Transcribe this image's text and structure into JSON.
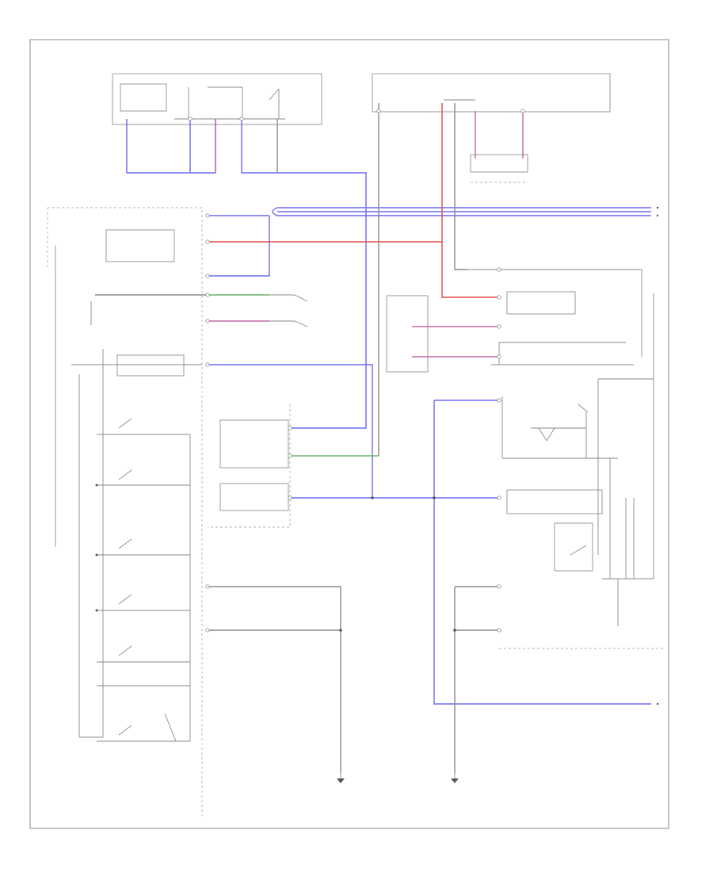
{
  "wire_colors": {
    "blue": "#6a6af0",
    "red": "#e04848",
    "green": "#6ab46a",
    "pink": "#c06aa8",
    "gray": "#8a8a8a"
  },
  "footer_text": "",
  "components": [
    {
      "id": "under-hood-fuse-box",
      "name": "",
      "note": ""
    },
    {
      "id": "under-dash-fuse-box",
      "name": "",
      "note": ""
    },
    {
      "id": "power-window-master-switch",
      "name": "",
      "note": ""
    },
    {
      "id": "power-window-control-unit",
      "name": "",
      "note": ""
    },
    {
      "id": "right-front-power-window-switch",
      "name": "",
      "note": ""
    },
    {
      "id": "ground-left",
      "name": "",
      "note": ""
    },
    {
      "id": "ground-right",
      "name": "",
      "note": ""
    }
  ]
}
